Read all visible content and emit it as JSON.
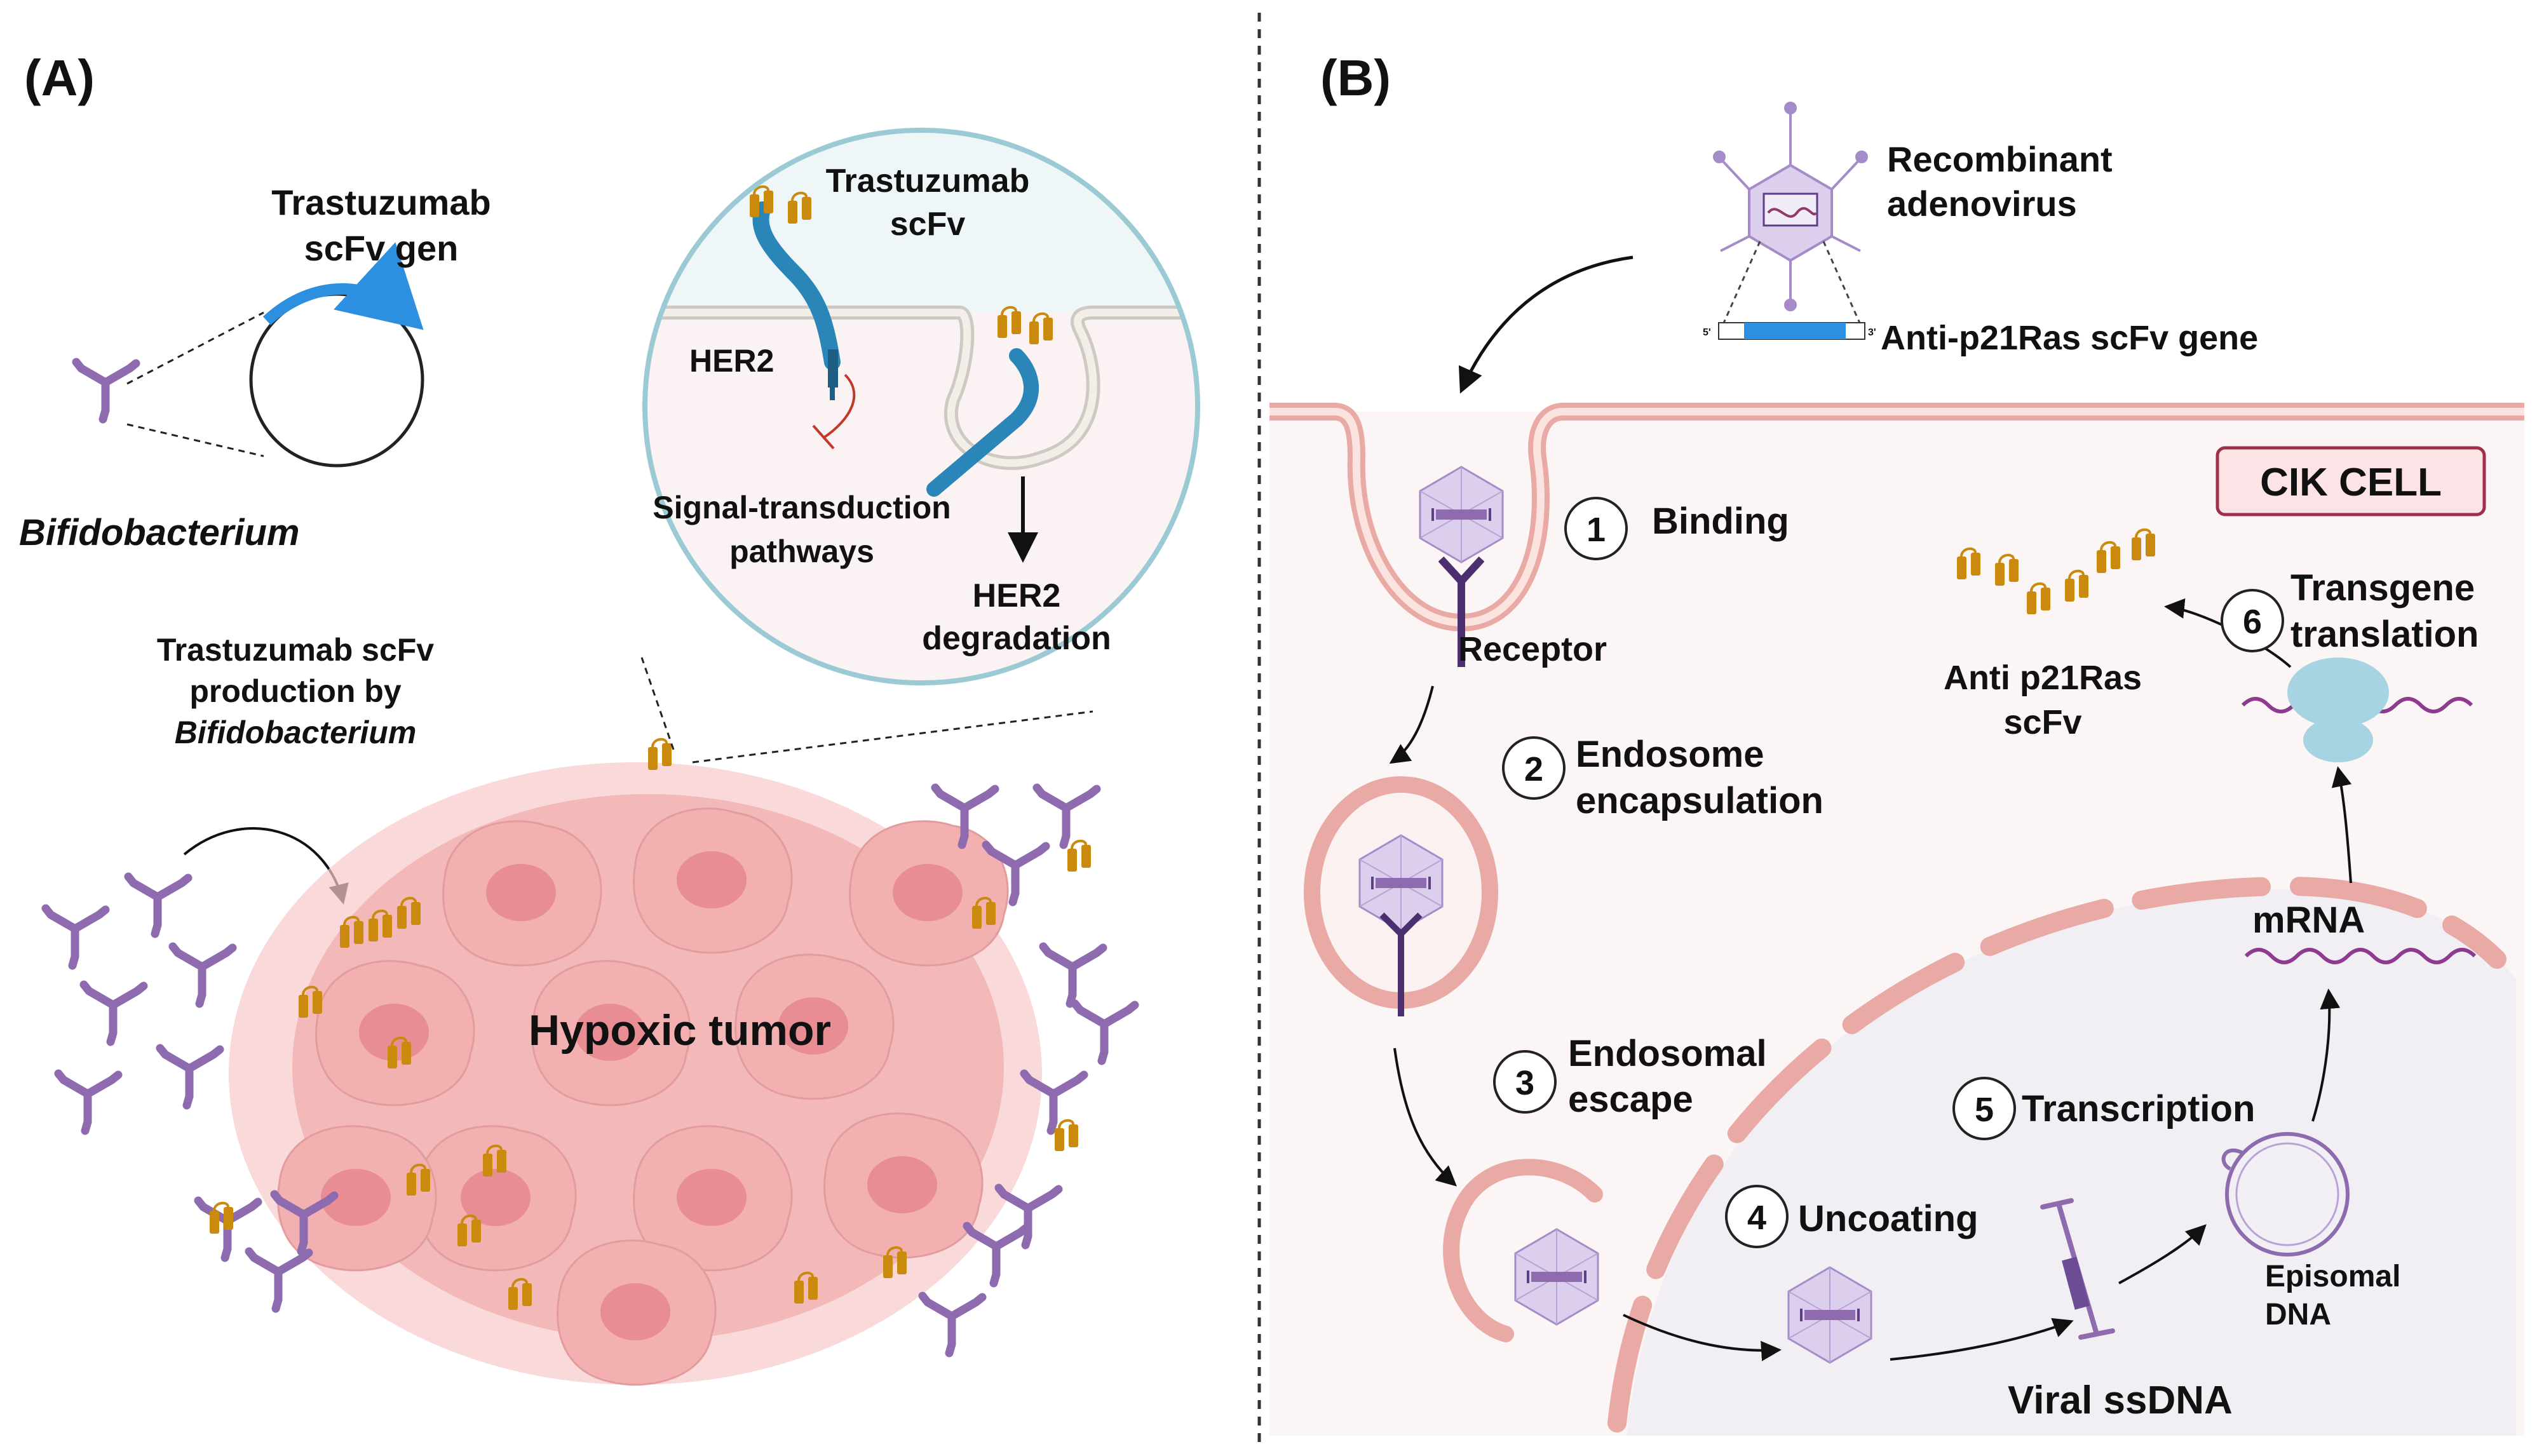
{
  "panel_a": {
    "label": "(A)",
    "plasmid_title_1": "Trastuzumab",
    "plasmid_title_2": "scFv gen",
    "bacterium": "Bifidobacterium",
    "production_1": "Trastuzumab scFv",
    "production_2": "production by",
    "production_3": "Bifidobacterium",
    "tumor": "Hypoxic tumor",
    "inset_scfv_1": "Trastuzumab",
    "inset_scfv_2": "scFv",
    "inset_her2": "HER2",
    "inset_signal_1": "Signal-transduction",
    "inset_signal_2": "pathways",
    "inset_deg_1": "HER2",
    "inset_deg_2": "degradation"
  },
  "panel_b": {
    "label": "(B)",
    "virus_1": "Recombinant",
    "virus_2": "adenovirus",
    "gene": "Anti-p21Ras scFv gene",
    "gene_5": "5'",
    "gene_3": "3'",
    "cell": "CIK CELL",
    "receptor": "Receptor",
    "steps": [
      {
        "num": "1",
        "line1": "Binding",
        "line2": ""
      },
      {
        "num": "2",
        "line1": "Endosome",
        "line2": "encapsulation"
      },
      {
        "num": "3",
        "line1": "Endosomal",
        "line2": "escape"
      },
      {
        "num": "4",
        "line1": "Uncoating",
        "line2": ""
      },
      {
        "num": "5",
        "line1": "Transcription",
        "line2": ""
      },
      {
        "num": "6",
        "line1": "Transgene",
        "line2": "translation"
      }
    ],
    "ssdna": "Viral ssDNA",
    "episomal_1": "Episomal",
    "episomal_2": "DNA",
    "mrna": "mRNA",
    "anti_1": "Anti p21Ras",
    "anti_2": "scFv"
  },
  "colors": {
    "antibody": "#C98A0E",
    "bacterium": "#8E6AAE",
    "tumor": "#F0A7A8",
    "membrane": "#E9A9A4",
    "her2": "#2A86B8",
    "virus": "#B9A2D6",
    "arrow_plasmid": "#2D8FE0",
    "cik_border": "#A0304A"
  }
}
